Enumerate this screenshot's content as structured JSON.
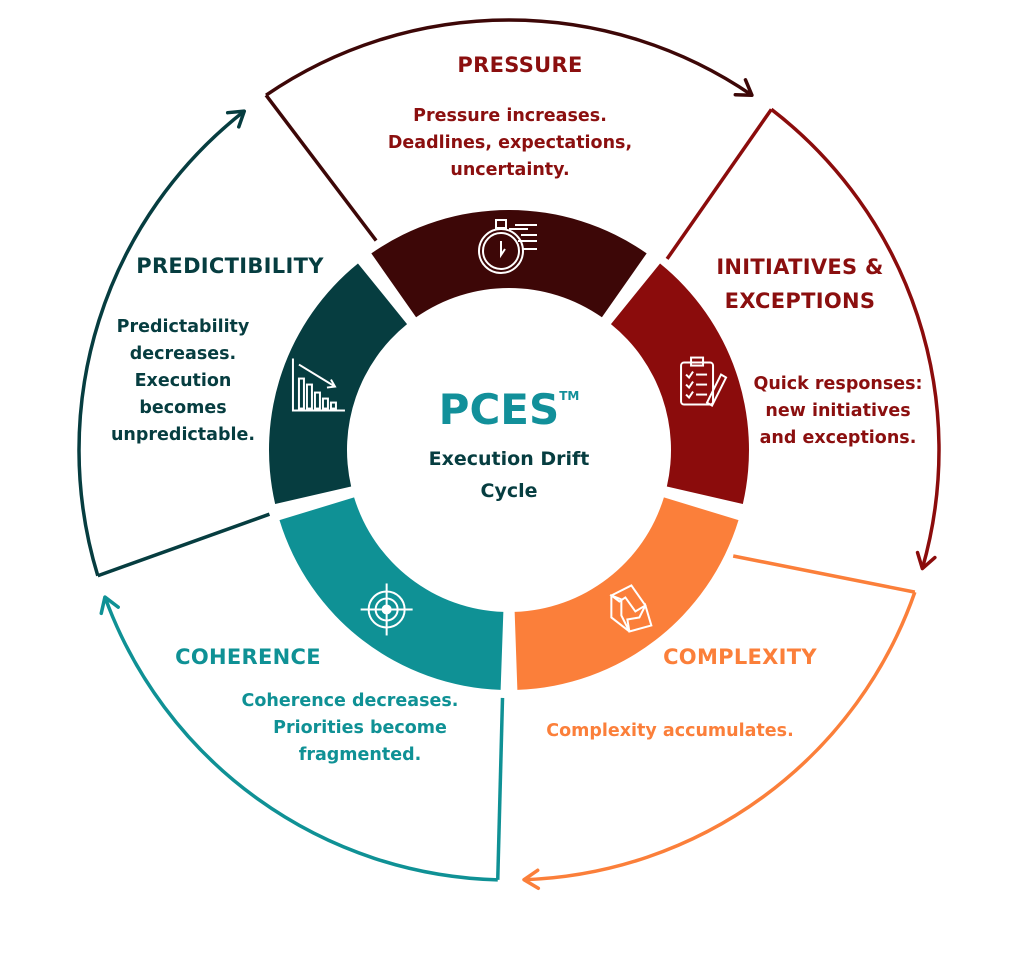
{
  "center": {
    "title": "PCES",
    "trademark": "TM",
    "subtitle_line1": "Execution Drift",
    "subtitle_line2": "Cycle",
    "title_color": "#12909a",
    "subtitle_color": "#063d40"
  },
  "stages": [
    {
      "key": "pressure",
      "title": "PRESSURE",
      "text": [
        "Pressure increases.",
        "Deadlines, expectations,",
        "uncertainty."
      ],
      "color": "#3d0707",
      "text_color": "#8b0f0f",
      "icon": "stopwatch-icon"
    },
    {
      "key": "initiatives",
      "title_lines": [
        "INITIATIVES &",
        "EXCEPTIONS"
      ],
      "text": [
        "Quick responses:",
        "new initiatives",
        "and exceptions."
      ],
      "color": "#8b0c0c",
      "text_color": "#8b0f0f",
      "icon": "clipboard-checklist-icon"
    },
    {
      "key": "complexity",
      "title": "COMPLEXITY",
      "text": [
        "Complexity accumulates."
      ],
      "color": "#fb7f3a",
      "text_color": "#fb7f3a",
      "icon": "impossible-shape-icon"
    },
    {
      "key": "coherence",
      "title": "COHERENCE",
      "text": [
        "Coherence decreases.",
        "Priorities become",
        "fragmented."
      ],
      "color": "#0f9195",
      "text_color": "#0f9195",
      "icon": "target-icon"
    },
    {
      "key": "predictibility",
      "title": "PREDICTIBILITY",
      "text": [
        "Predictability",
        "decreases.",
        "Execution",
        "becomes",
        "unpredictable."
      ],
      "color": "#063d40",
      "text_color": "#063d40",
      "icon": "declining-bar-chart-icon"
    }
  ]
}
